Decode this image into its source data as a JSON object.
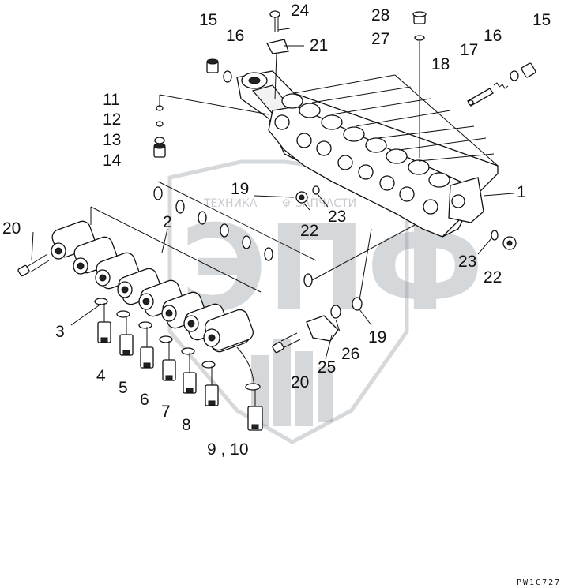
{
  "drawing_code": "PW1C727",
  "watermark": {
    "left_text": "ТЕХНИКА",
    "right_text": "ЗАПЧАСТИ",
    "monogram": "ЭПФ"
  },
  "callouts": {
    "c1": "1",
    "c2": "2",
    "c3": "3",
    "c4": "4",
    "c5": "5",
    "c6": "6",
    "c7": "7",
    "c8": "8",
    "c9_10": "9 , 10",
    "c11": "11",
    "c12": "12",
    "c13": "13",
    "c14": "14",
    "c15a": "15",
    "c15b": "15",
    "c16a": "16",
    "c16b": "16",
    "c17": "17",
    "c18": "18",
    "c19a": "19",
    "c19b": "19",
    "c20a": "20",
    "c20b": "20",
    "c21": "21",
    "c22a": "22",
    "c22b": "22",
    "c23a": "23",
    "c23b": "23",
    "c24": "24",
    "c25": "25",
    "c26": "26",
    "c27": "27",
    "c28": "28"
  }
}
